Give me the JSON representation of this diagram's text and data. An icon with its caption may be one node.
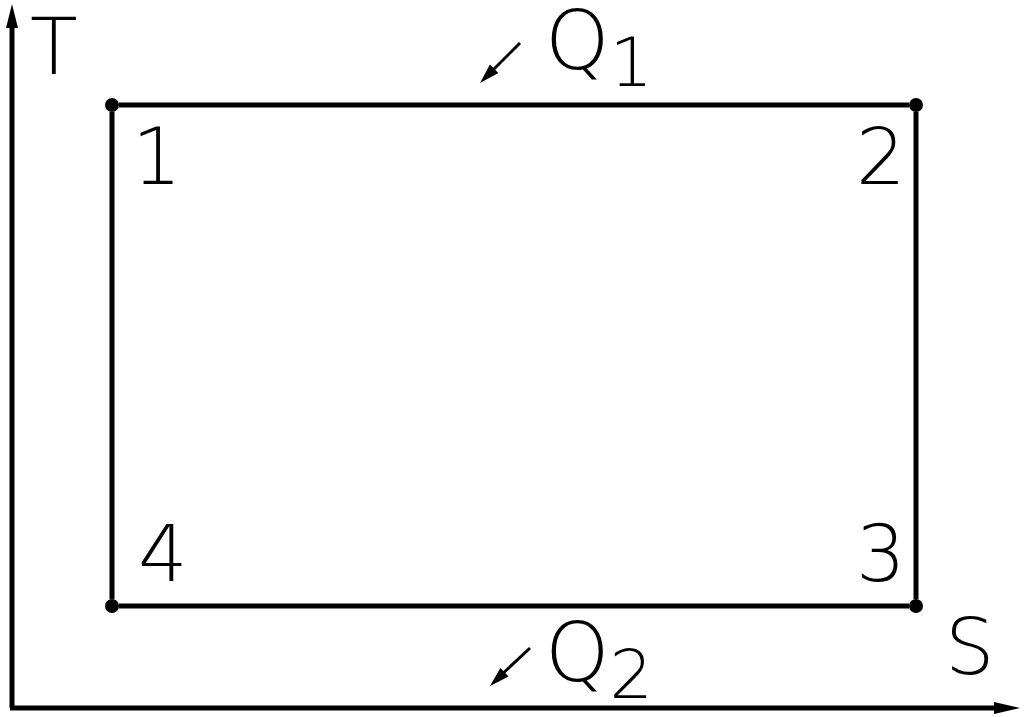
{
  "diagram": {
    "nodes": [
      {
        "text": [],
        "shape": "circle",
        "beside": [
          "1"
        ]
      },
      {
        "text": [],
        "shape": "circle",
        "beside": [
          "2"
        ]
      },
      {
        "text": [],
        "shape": "circle",
        "beside": [
          "3"
        ]
      },
      {
        "text": [],
        "shape": "circle",
        "beside": [
          "4"
        ]
      }
    ],
    "edges": [
      {
        "from": 0,
        "to": 1,
        "arrow": "none"
      },
      {
        "from": 1,
        "to": 2,
        "arrow": "none"
      },
      {
        "from": 2,
        "to": 3,
        "arrow": "none"
      },
      {
        "from": 3,
        "to": 0,
        "arrow": "none"
      }
    ],
    "labels": [
      "T",
      "Q$_{1}$",
      "Q$_{2}$",
      "S"
    ]
  }
}
